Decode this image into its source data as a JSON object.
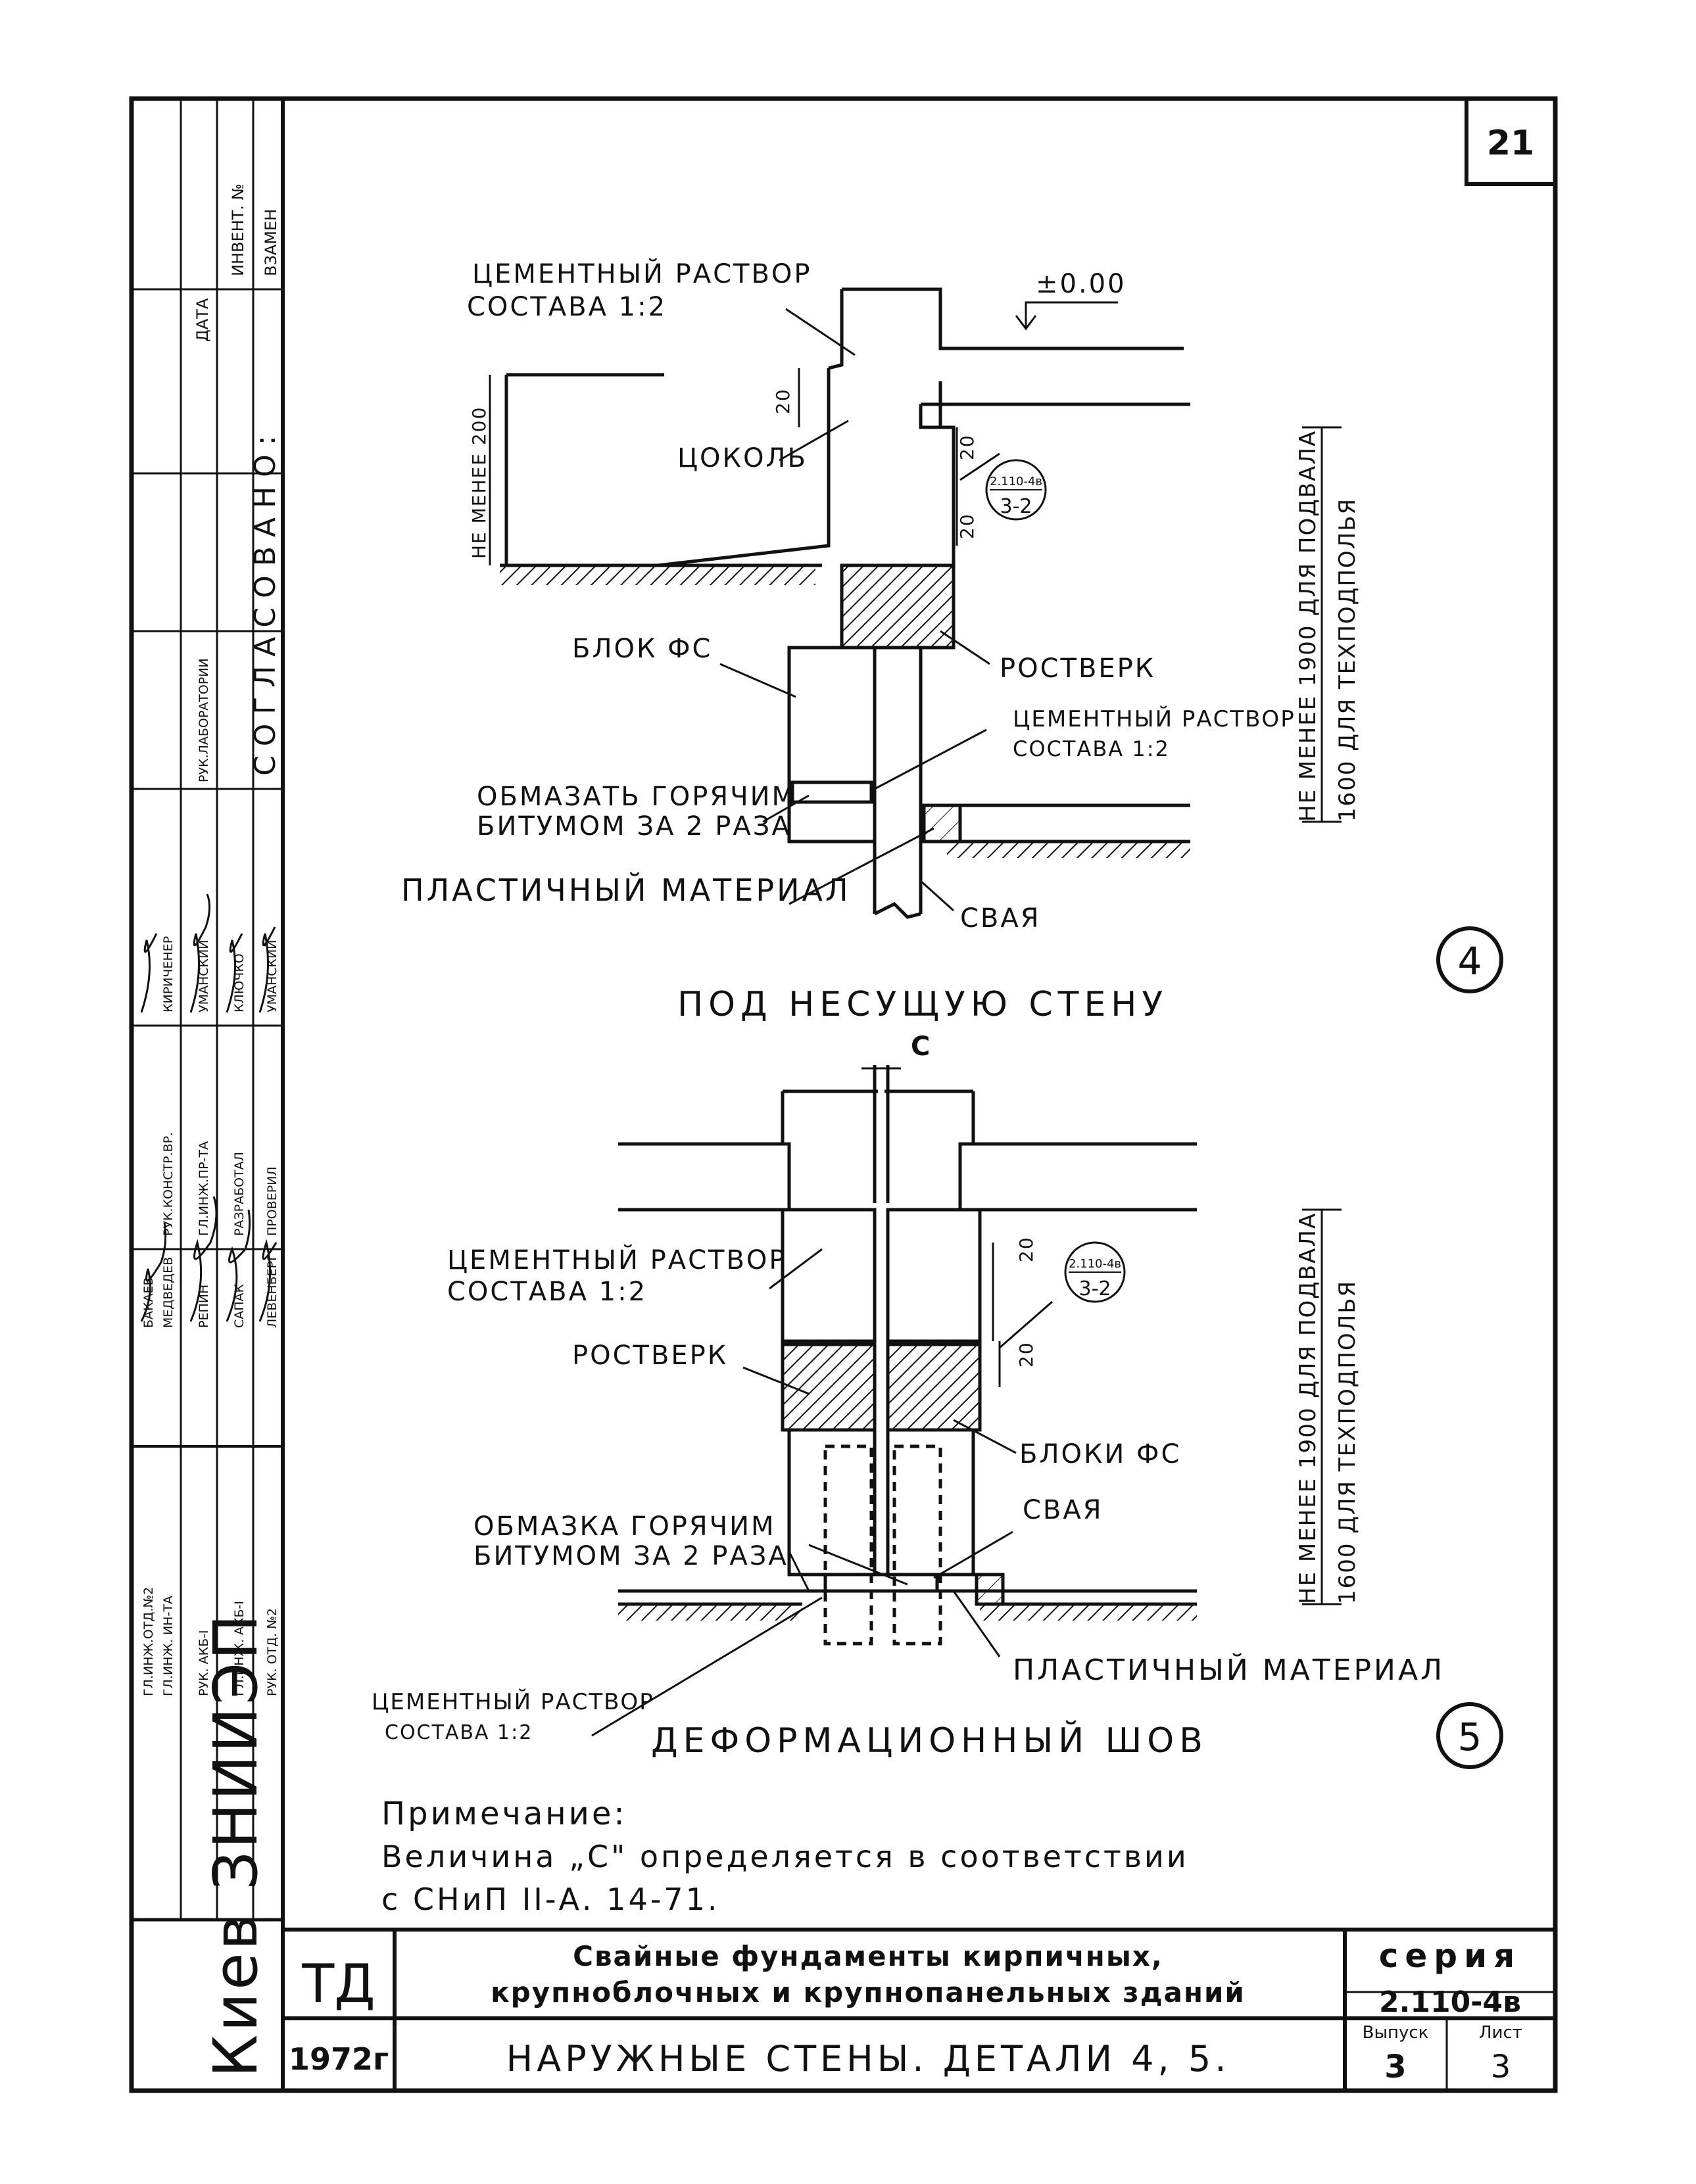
{
  "sheet_number": "21",
  "side_stamp": {
    "header": "СОГЛАСОВАНО:",
    "date_label": "ДАТА",
    "inv_label": "ИНВЕНТ. №",
    "vzamen_label": "ВЗАМЕН",
    "lab_head": "РУК.ЛАБОРАТОРИИ",
    "org": "Киев ЗНИИЭП",
    "rows": [
      {
        "position": "ГЛ.ИНЖ. ИН-ТА",
        "name": "МЕДВЕДЕВ",
        "position2": "РУК.КОНСТР.ВР.",
        "name2": "КИРИЧЕНЕР"
      },
      {
        "position": "РУК. АКБ-I",
        "name": "РЕПИН",
        "position2": "ГЛ.ИНЖ.ПР-ТА",
        "name2": "УМАНСКИЙ"
      },
      {
        "position": "ГЛ.ИНЖ. АКБ-I",
        "name": "САПАК",
        "position2": "РАЗРАБОТАЛ",
        "name2": "КЛЮЧКО"
      },
      {
        "position": "РУК. ОТД. №2",
        "name": "ЛЕВЕНБЕРГ",
        "position2": "ПРОВЕРИЛ",
        "name2": "УМАНСКИЙ"
      },
      {
        "position": "ГЛ.ИНЖ.ОТД.№2",
        "name": "БАКАЕВ",
        "position2": "",
        "name2": ""
      }
    ]
  },
  "detail4": {
    "number": "4",
    "title": "ПОД НЕСУЩУЮ СТЕНУ",
    "labels": {
      "mortar_line1": "ЦЕМЕНТНЫЙ РАСТВОР",
      "mortar_line2": "СОСТАВА 1:2",
      "level": "±0.00",
      "dim_20_top": "20",
      "plinth": "ЦОКОЛЬ",
      "min_height": "НЕ МЕНЕЕ 200",
      "dim_20_a": "20",
      "dim_20_b": "20",
      "ref_top": "2.110-4в",
      "ref_bottom": "3-2",
      "block": "БЛОК ФС",
      "grillage": "РОСТВЕРК",
      "mortar2_line1": "ЦЕМЕНТНЫЙ РАСТВОР",
      "mortar2_line2": "СОСТАВА 1:2",
      "bitumen_line1": "ОБМАЗАТЬ ГОРЯЧИМ",
      "bitumen_line2": "БИТУМОМ ЗА 2 РАЗА",
      "plastic": "ПЛАСТИЧНЫЙ МАТЕРИАЛ",
      "pile": "СВАЯ",
      "depth_line1": "НЕ МЕНЕЕ 1900 ДЛЯ ПОДВАЛА",
      "depth_line2": "1600 ДЛЯ ТЕХПОДПОЛЬЯ"
    }
  },
  "detail5": {
    "number": "5",
    "title": "ДЕФОРМАЦИОННЫЙ ШОВ",
    "labels": {
      "gap": "С",
      "mortar_line1": "ЦЕМЕНТНЫЙ РАСТВОР",
      "mortar_line2": "СОСТАВА 1:2",
      "dim_20_a": "20",
      "dim_20_b": "20",
      "ref_top": "2.110-4в",
      "ref_bottom": "3-2",
      "grillage": "РОСТВЕРК",
      "blocks": "БЛОКИ ФС",
      "bitumen_line1": "ОБМАЗКА ГОРЯЧИМ",
      "bitumen_line2": "БИТУМОМ ЗА 2 РАЗА",
      "pile": "СВАЯ",
      "plastic": "ПЛАСТИЧНЫЙ МАТЕРИАЛ",
      "mortar2_line1": "ЦЕМЕНТНЫЙ РАСТВОР",
      "mortar2_line2": "СОСТАВА 1:2",
      "depth_line1": "НЕ МЕНЕЕ 1900 ДЛЯ ПОДВАЛА",
      "depth_line2": "1600 ДЛЯ ТЕХПОДПОЛЬЯ"
    }
  },
  "note": {
    "heading": "Примечание:",
    "line1": "Величина „С\" определяется в соответствии",
    "line2": "с СНиП II-А. 14-71."
  },
  "title_block": {
    "code": "ТД",
    "year": "1972г",
    "title_line1": "Свайные фундаменты кирпичных,",
    "title_line2": "крупноблочных и крупнопанельных зданий",
    "subtitle": "НАРУЖНЫЕ СТЕНЫ. ДЕТАЛИ 4, 5.",
    "series_label": "серия",
    "series_value": "2.110-4в",
    "issue_label": "Выпуск",
    "issue_value": "3",
    "sheet_label": "Лист",
    "sheet_value": "3"
  }
}
